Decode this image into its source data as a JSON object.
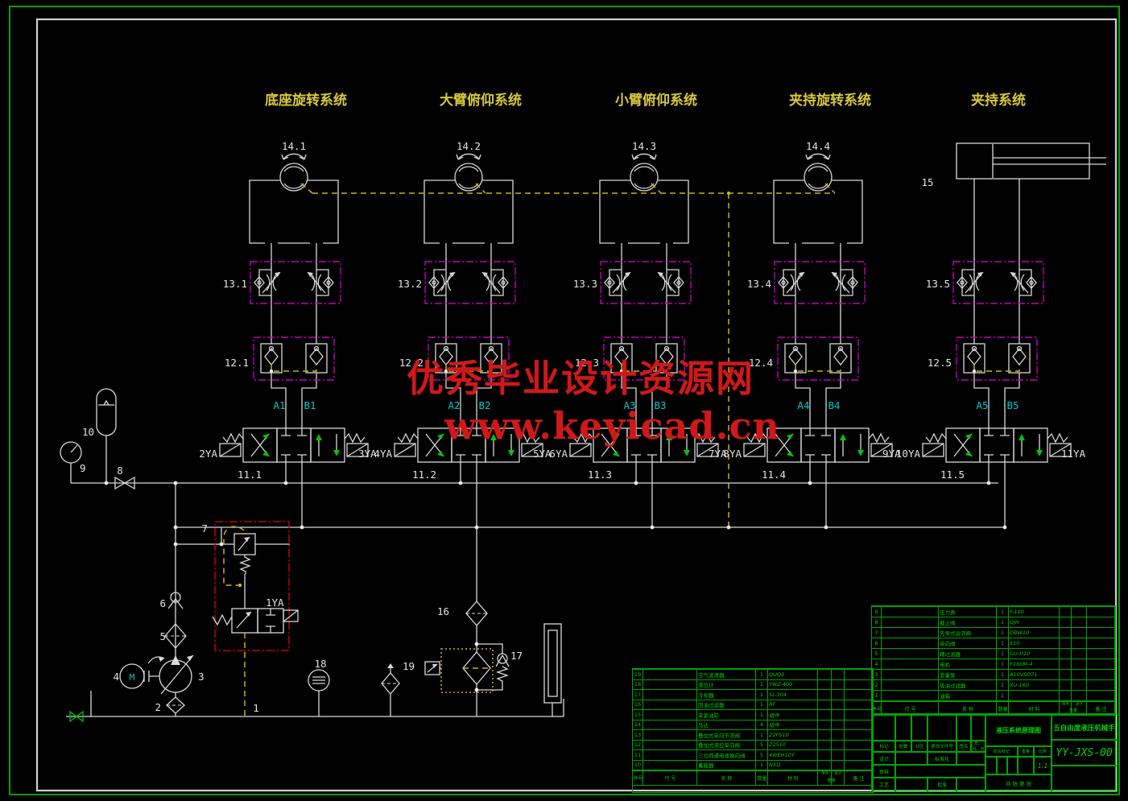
{
  "watermark": {
    "line1": "优秀毕业设计资源网",
    "line2": "www.keyicad.cn"
  },
  "systems": [
    {
      "title": "底座旋转系统",
      "actuator_no": "14.1",
      "flow_no": "13.1",
      "check_no": "12.1",
      "valve_no": "11.1",
      "port_a": "A1",
      "port_b": "B1",
      "sol_left": "2YA",
      "sol_right": "3YA"
    },
    {
      "title": "大臂俯仰系统",
      "actuator_no": "14.2",
      "flow_no": "13.2",
      "check_no": "12.2",
      "valve_no": "11.2",
      "port_a": "A2",
      "port_b": "B2",
      "sol_left": "4YA",
      "sol_right": "5YA"
    },
    {
      "title": "小臂俯仰系统",
      "actuator_no": "14.3",
      "flow_no": "13.3",
      "check_no": "12.3",
      "valve_no": "11.3",
      "port_a": "A3",
      "port_b": "B3",
      "sol_left": "6YA",
      "sol_right": "7YA"
    },
    {
      "title": "夹持旋转系统",
      "actuator_no": "14.4",
      "flow_no": "13.4",
      "check_no": "12.4",
      "valve_no": "11.4",
      "port_a": "A4",
      "port_b": "B4",
      "sol_left": "8YA",
      "sol_right": "9YA"
    },
    {
      "title": "夹持系统",
      "actuator_no": "15",
      "flow_no": "13.5",
      "check_no": "12.5",
      "valve_no": "11.5",
      "port_a": "A5",
      "port_b": "B5",
      "sol_left": "10YA",
      "sol_right": "11YA"
    }
  ],
  "items": {
    "tank": "1",
    "suction_filter": "2",
    "pump": "3",
    "motor": "4",
    "pressure_filter": "5",
    "check_valve": "6",
    "relief_block": "7",
    "shutoff_valve": "8",
    "gauge": "9",
    "accumulator": "10",
    "return_filter": "16",
    "bypass_filter": "17",
    "thermometer": "18",
    "air_filter": "19",
    "pilot_solenoid": "1YA",
    "motor_letter": "M"
  },
  "parts_left": [
    {
      "no": "19",
      "code": "",
      "name": "空气滤清器",
      "qty": "1",
      "spec": "QUQ3",
      "u": "",
      "t": "",
      "rm": ""
    },
    {
      "no": "18",
      "code": "",
      "name": "液位计",
      "qty": "1",
      "spec": "YWZ-400",
      "u": "",
      "t": "",
      "rm": ""
    },
    {
      "no": "17",
      "code": "",
      "name": "冷却器",
      "qty": "1",
      "spec": "SL-304",
      "u": "",
      "t": "",
      "rm": ""
    },
    {
      "no": "16",
      "code": "",
      "name": "回油过滤器",
      "qty": "1",
      "spec": "RF",
      "u": "",
      "t": "",
      "rm": ""
    },
    {
      "no": "15",
      "code": "",
      "name": "夹紧油缸",
      "qty": "1",
      "spec": "组件",
      "u": "",
      "t": "",
      "rm": ""
    },
    {
      "no": "14",
      "code": "",
      "name": "马达",
      "qty": "4",
      "spec": "组件",
      "u": "",
      "t": "",
      "rm": ""
    },
    {
      "no": "13",
      "code": "",
      "name": "叠加式单向节流阀",
      "qty": "1",
      "spec": "Z2FS10",
      "u": "",
      "t": "",
      "rm": ""
    },
    {
      "no": "12",
      "code": "",
      "name": "叠加式液控单向阀",
      "qty": "5",
      "spec": "Z2S10",
      "u": "",
      "t": "",
      "rm": ""
    },
    {
      "no": "11",
      "code": "",
      "name": "三位四通电液换向阀",
      "qty": "5",
      "spec": "4WEH10Y",
      "u": "",
      "t": "",
      "rm": ""
    },
    {
      "no": "10",
      "code": "",
      "name": "蓄能器",
      "qty": "1",
      "spec": "NXQ",
      "u": "",
      "t": "",
      "rm": ""
    }
  ],
  "parts_right": [
    {
      "no": "9",
      "code": "",
      "name": "压力表",
      "qty": "1",
      "spec": "Y-100",
      "u": "",
      "t": "",
      "rm": ""
    },
    {
      "no": "8",
      "code": "",
      "name": "截止阀",
      "qty": "1",
      "spec": "QJH",
      "u": "",
      "t": "",
      "rm": ""
    },
    {
      "no": "7",
      "code": "",
      "name": "先导式溢流阀",
      "qty": "1",
      "spec": "DBW10",
      "u": "",
      "t": "",
      "rm": ""
    },
    {
      "no": "6",
      "code": "",
      "name": "单向阀",
      "qty": "1",
      "spec": "S10",
      "u": "",
      "t": "",
      "rm": ""
    },
    {
      "no": "5",
      "code": "",
      "name": "精过滤器",
      "qty": "1",
      "spec": "GU-H10",
      "u": "",
      "t": "",
      "rm": ""
    },
    {
      "no": "4",
      "code": "",
      "name": "电机",
      "qty": "1",
      "spec": "Y160M-4",
      "u": "",
      "t": "",
      "rm": ""
    },
    {
      "no": "3",
      "code": "",
      "name": "变量泵",
      "qty": "1",
      "spec": "A10VSO71",
      "u": "",
      "t": "",
      "rm": ""
    },
    {
      "no": "2",
      "code": "",
      "name": "吸油过滤器",
      "qty": "1",
      "spec": "XU-160",
      "u": "",
      "t": "",
      "rm": ""
    },
    {
      "no": "1",
      "code": "",
      "name": "油箱",
      "qty": "1",
      "spec": "",
      "u": "",
      "t": "",
      "rm": ""
    }
  ],
  "table_headers": {
    "no": "序号",
    "code": "代 号",
    "name": "名 称",
    "qty": "数量",
    "spec": "材 料",
    "unit": "单件",
    "total": "总计",
    "weight": "重量",
    "remark": "备 注"
  },
  "title_block": {
    "drawing_name": "液压系统原理图",
    "product_name": "五自由度液压机械手",
    "drawing_no": "YY-JXS-00",
    "scale_value": "1:1",
    "sheet_note": "共 张 第 张",
    "labels": {
      "mark": "标记",
      "count": "处数",
      "zone": "分区",
      "doc": "更改文件号",
      "sign": "签名",
      "date": "年、月、日",
      "design": "设计",
      "standard": "标准化",
      "audit": "审核",
      "process": "工艺",
      "approve": "批准",
      "stage": "阶段标记",
      "weight": "重量",
      "scale": "比例"
    }
  }
}
